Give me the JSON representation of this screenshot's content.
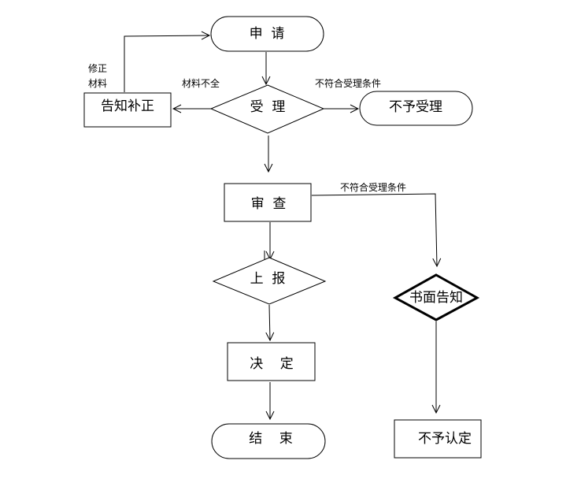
{
  "nodes": {
    "apply": "申  请",
    "accept": "受  理",
    "notify_correction": "告知补正",
    "reject_acceptance": "不予受理",
    "review": "审  查",
    "report": "上  报",
    "decide": "决    定",
    "end": "结    束",
    "written_notice": "书面告知",
    "deny_recognition": "不予认定"
  },
  "edges": {
    "correct_materials_1": "修正",
    "correct_materials_2": "材料",
    "incomplete_materials": "材料不全",
    "not_meet_conditions_accept": "不符合受理条件",
    "not_meet_conditions_review": "不符合受理条件"
  },
  "colors": {
    "stroke": "#000000",
    "fill": "#ffffff"
  }
}
